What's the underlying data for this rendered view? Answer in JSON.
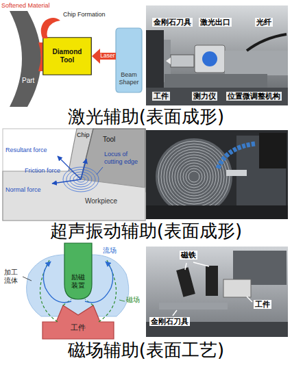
{
  "diagram": {
    "nodes": [
      {
        "text": [
          "Part"
        ]
      },
      {
        "text": [
          "Diamond Tool"
        ]
      },
      {
        "text": [
          "Beam Shaper"
        ]
      },
      {
        "text": [
          "Chip"
        ]
      },
      {
        "text": [
          "Tool"
        ]
      },
      {
        "text": [
          "Workpiece"
        ]
      },
      {
        "text": [
          "励磁装置"
        ]
      },
      {
        "text": [
          "工件"
        ]
      }
    ],
    "edges": [
      {
        "from": 2,
        "to": 1,
        "arrow": "to",
        "label": "Laser"
      }
    ],
    "labels": [
      "Softened Material",
      "Chip Formation",
      "金刚石刀具",
      "激光出口",
      "光纤",
      "工件",
      "测力仪",
      "位置微调整机构",
      "激光辅助(表面成形)",
      "Resultant force",
      "Friction force",
      "Locus of cutting edge",
      "Normal force",
      "超声振动辅助(表面成形)",
      "加工流体",
      "流场",
      "磁场",
      "磁铁",
      "工件",
      "金刚石刀具",
      "磁场辅助(表面工艺)"
    ]
  }
}
